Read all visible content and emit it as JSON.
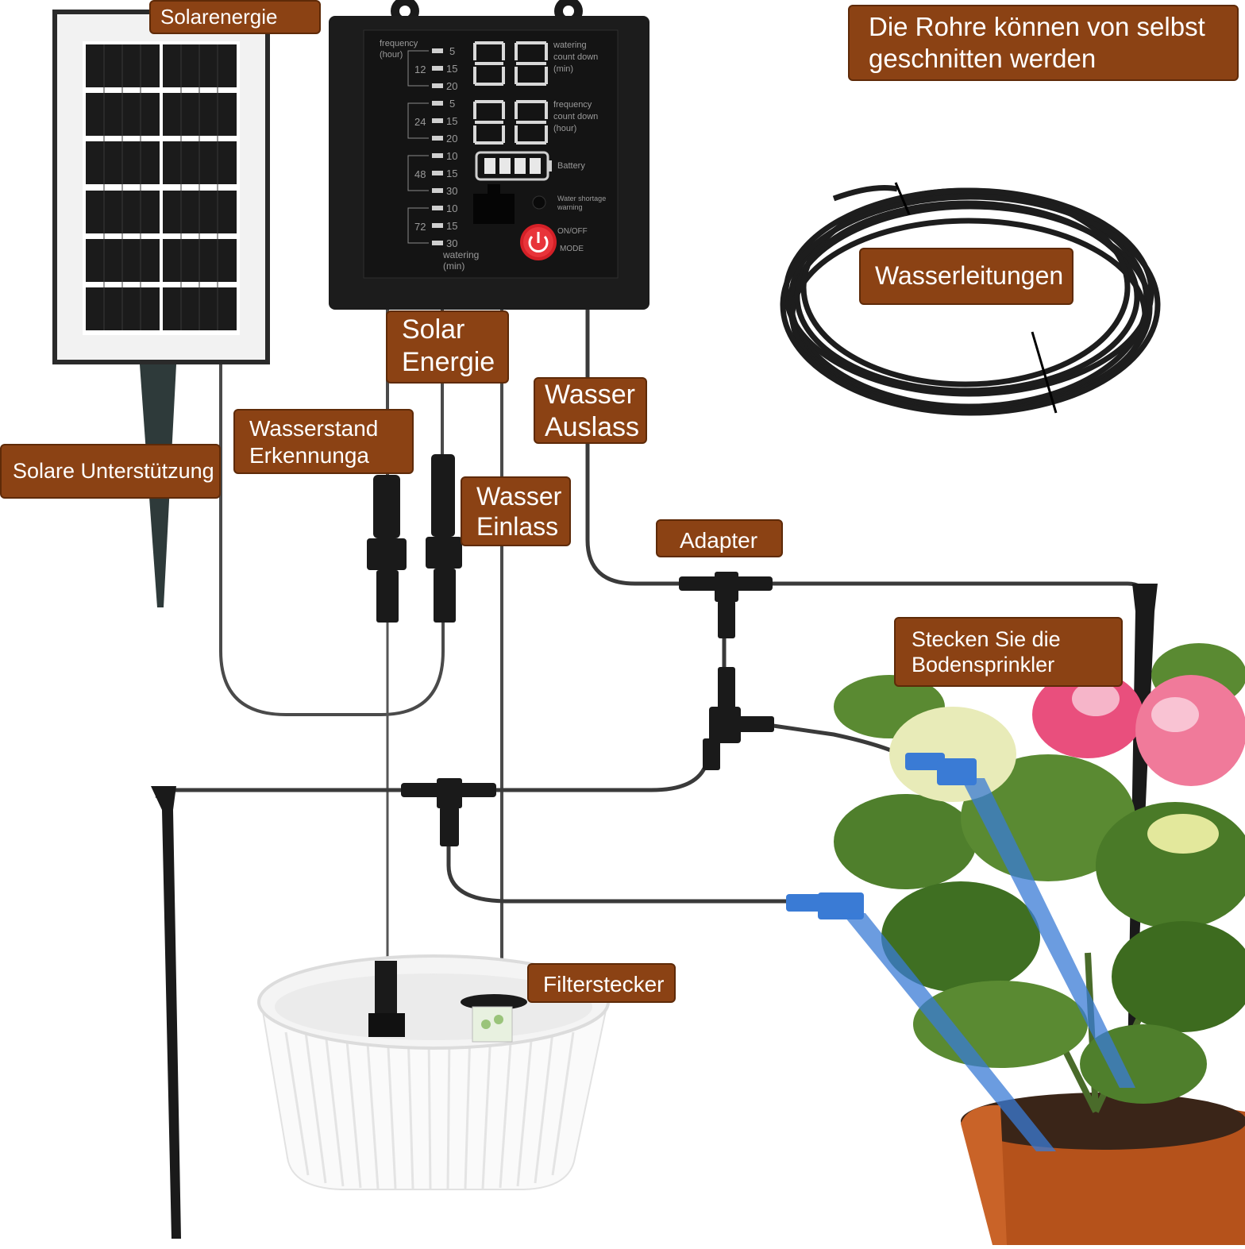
{
  "labels": {
    "solar_energy_top": "Solarenergie",
    "pipes_cut": [
      "Die Rohre können von selbst",
      "geschnitten werden"
    ],
    "water_pipes": "Wasserleitungen",
    "solar_energy": [
      "Solar",
      "Energie"
    ],
    "water_outlet": [
      "Wasser",
      "Auslass"
    ],
    "water_level": [
      "Wasserstand",
      "Erkennunga"
    ],
    "solar_support": "Solare Unterstützung",
    "water_inlet": [
      "Wasser",
      "Einlass"
    ],
    "adapter": "Adapter",
    "ground_sprinkler": [
      "Stecken Sie die",
      "Bodensprinkler"
    ],
    "filter_plug": "Filterstecker"
  },
  "controller": {
    "frequency_label": [
      "frequency",
      "(hour)"
    ],
    "groups": [
      {
        "hours": "12",
        "minutes": [
          "5",
          "15",
          "20"
        ]
      },
      {
        "hours": "24",
        "minutes": [
          "5",
          "15",
          "20"
        ]
      },
      {
        "hours": "48",
        "minutes": [
          "10",
          "15",
          "30"
        ]
      },
      {
        "hours": "72",
        "minutes": [
          "10",
          "15",
          "30"
        ]
      }
    ],
    "watering_label": [
      "watering",
      "(min)"
    ],
    "watering_countdown": [
      "watering",
      "count down",
      "(min)"
    ],
    "frequency_countdown": [
      "frequency",
      "count down",
      "(hour)"
    ],
    "battery_label": "Battery",
    "water_shortage": [
      "Water shortage",
      "warning"
    ],
    "onoff_label": "ON/OFF",
    "mode_label": "MODE",
    "battery_bars": 4
  },
  "colors": {
    "label_bg": "#8b4214",
    "controller": "#1c1c1c",
    "power_button": "#d42027",
    "dripper": "#3a7bd5",
    "pot": "#b5521b"
  }
}
